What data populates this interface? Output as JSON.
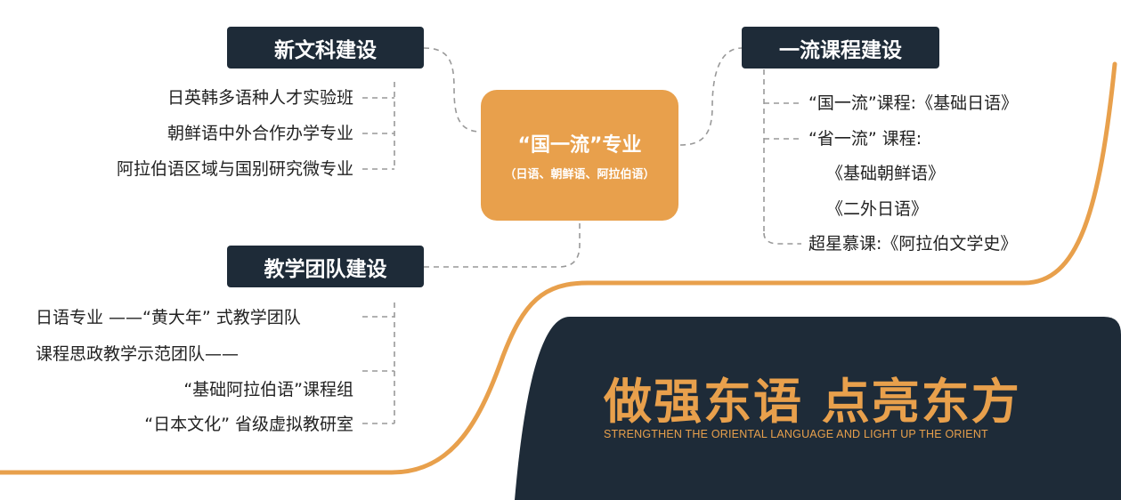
{
  "center": {
    "title": "“国一流”专业",
    "subtitle": "（日语、朝鲜语、阿拉伯语）"
  },
  "branches": {
    "new_liberal_arts": {
      "title": "新文科建设",
      "items": [
        "日英韩多语种人才实验班",
        "朝鲜语中外合作办学专业",
        "阿拉伯语区域与国别研究微专业"
      ]
    },
    "teaching_team": {
      "title": "教学团队建设",
      "items": [
        "日语专业 ——“黄大年” 式教学团队",
        "课程思政教学示范团队——",
        "“基础阿拉伯语”课程组",
        "“日本文化” 省级虚拟教研室"
      ]
    },
    "first_class_courses": {
      "title": "一流课程建设",
      "items": [
        "“国一流”课程:《基础日语》",
        "“省一流” 课程:",
        "《基础朝鲜语》",
        "《二外日语》",
        "超星慕课:《阿拉伯文学史》"
      ]
    }
  },
  "slogan": {
    "main": "做强东语  点亮东方",
    "sub": "STRENGTHEN THE ORIENTAL LANGUAGE AND LIGHT UP THE ORIENT"
  },
  "colors": {
    "navy": "#1e2b38",
    "orange": "#e8a04c",
    "connector": "#999999"
  }
}
